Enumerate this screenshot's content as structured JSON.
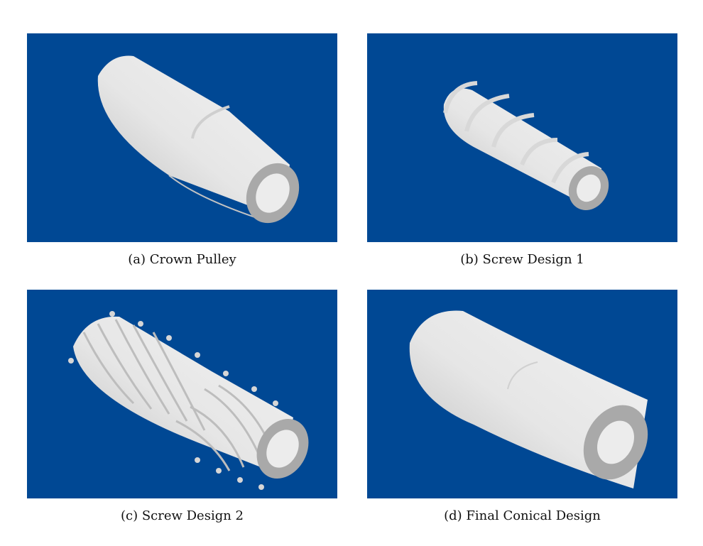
{
  "figure": {
    "background_color": "#004894",
    "object_color": "#e4e4e4",
    "panels": [
      {
        "caption": "(a) Crown Pulley"
      },
      {
        "caption": "(b) Screw Design 1"
      },
      {
        "caption": "(c) Screw Design 2"
      },
      {
        "caption": "(d) Final Conical Design"
      }
    ]
  }
}
